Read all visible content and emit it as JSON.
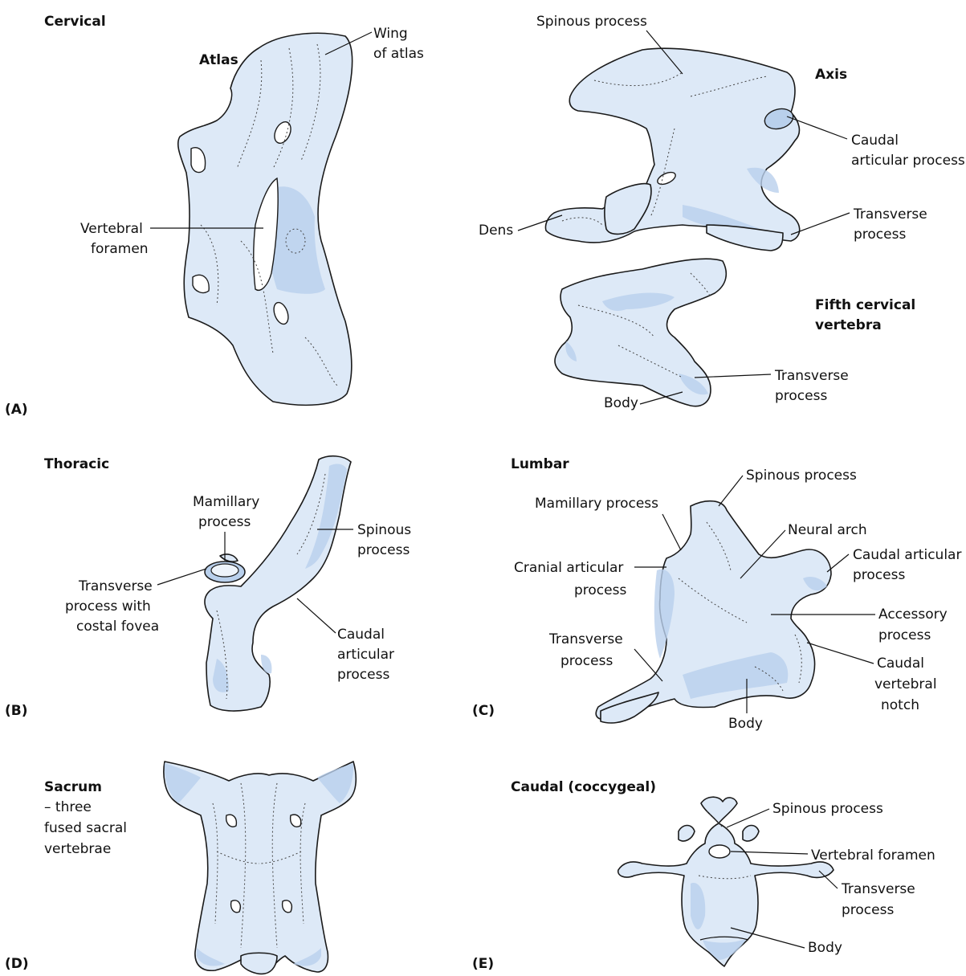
{
  "colors": {
    "bone_fill": "#dde9f7",
    "bone_shade": "#b9d0ec",
    "outline": "#1a1a1a"
  },
  "panel_a": {
    "tag": "(A)",
    "heading": "Cervical",
    "atlas": {
      "title": "Atlas",
      "wing_1": "Wing",
      "wing_2": "of atlas",
      "foramen_1": "Vertebral",
      "foramen_2": "foramen"
    },
    "axis": {
      "title": "Axis",
      "spinous": "Spinous process",
      "caudal_1": "Caudal",
      "caudal_2": "articular process",
      "dens": "Dens",
      "transverse_1": "Transverse",
      "transverse_2": "process"
    },
    "fifth": {
      "title_1": "Fifth cervical",
      "title_2": "vertebra",
      "transverse_1": "Transverse",
      "transverse_2": "process",
      "body": "Body"
    }
  },
  "panel_b": {
    "tag": "(B)",
    "heading": "Thoracic",
    "mamillary_1": "Mamillary",
    "mamillary_2": "process",
    "spinous_1": "Spinous",
    "spinous_2": "process",
    "transverse_1": "Transverse",
    "transverse_2": "process with",
    "transverse_3": "costal fovea",
    "caudal_1": "Caudal",
    "caudal_2": "articular",
    "caudal_3": "process"
  },
  "panel_c": {
    "tag": "(C)",
    "heading": "Lumbar",
    "spinous": "Spinous process",
    "mamillary": "Mamillary process",
    "neural_arch": "Neural arch",
    "cranial_1": "Cranial articular",
    "cranial_2": "process",
    "caudal_art_1": "Caudal articular",
    "caudal_art_2": "process",
    "accessory_1": "Accessory",
    "accessory_2": "process",
    "transverse_1": "Transverse",
    "transverse_2": "process",
    "caudal_notch_1": "Caudal",
    "caudal_notch_2": "vertebral",
    "caudal_notch_3": "notch",
    "body": "Body"
  },
  "panel_d": {
    "tag": "(D)",
    "heading": "Sacrum",
    "desc_1": "– three",
    "desc_2": "fused sacral",
    "desc_3": "vertebrae"
  },
  "panel_e": {
    "tag": "(E)",
    "heading": "Caudal (coccygeal)",
    "spinous": "Spinous process",
    "foramen": "Vertebral foramen",
    "transverse_1": "Transverse",
    "transverse_2": "process",
    "body": "Body"
  }
}
